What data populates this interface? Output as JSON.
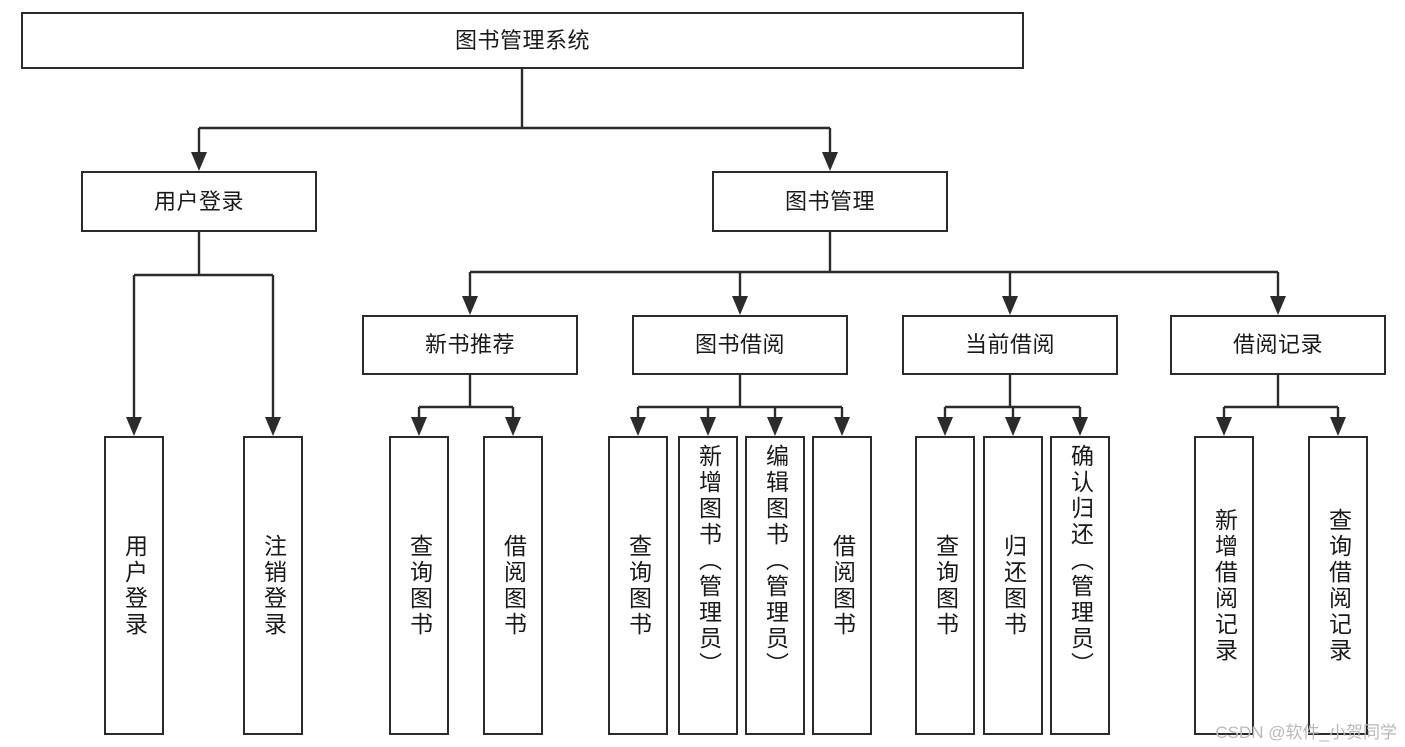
{
  "diagram": {
    "title": "图书管理系统",
    "type": "tree",
    "watermark": "CSDN @软件_小贺同学",
    "colors": {
      "box_border": "#2b2b2b",
      "box_fill": "#ffffff",
      "text": "#1a1a1a",
      "link": "#2b2b2b",
      "watermark": "#b9b9b9"
    },
    "levels": {
      "root": {
        "label": "图书管理系统"
      },
      "level2": [
        {
          "label": "用户登录"
        },
        {
          "label": "图书管理"
        }
      ],
      "level3": [
        {
          "label": "新书推荐"
        },
        {
          "label": "图书借阅"
        },
        {
          "label": "当前借阅"
        },
        {
          "label": "借阅记录"
        }
      ],
      "leaves": [
        {
          "label": "用户登录",
          "parent": "用户登录"
        },
        {
          "label": "注销登录",
          "parent": "用户登录"
        },
        {
          "label": "查询图书",
          "parent": "新书推荐"
        },
        {
          "label": "借阅图书",
          "parent": "新书推荐"
        },
        {
          "label": "查询图书",
          "parent": "图书借阅"
        },
        {
          "label": "新增图书（管理员）",
          "parent": "图书借阅"
        },
        {
          "label": "编辑图书（管理员）",
          "parent": "图书借阅"
        },
        {
          "label": "借阅图书",
          "parent": "图书借阅"
        },
        {
          "label": "查询图书",
          "parent": "当前借阅"
        },
        {
          "label": "归还图书",
          "parent": "当前借阅"
        },
        {
          "label": "确认归还（管理员）",
          "parent": "当前借阅"
        },
        {
          "label": "新增借阅记录",
          "parent": "借阅记录"
        },
        {
          "label": "查询借阅记录",
          "parent": "借阅记录"
        }
      ]
    }
  }
}
